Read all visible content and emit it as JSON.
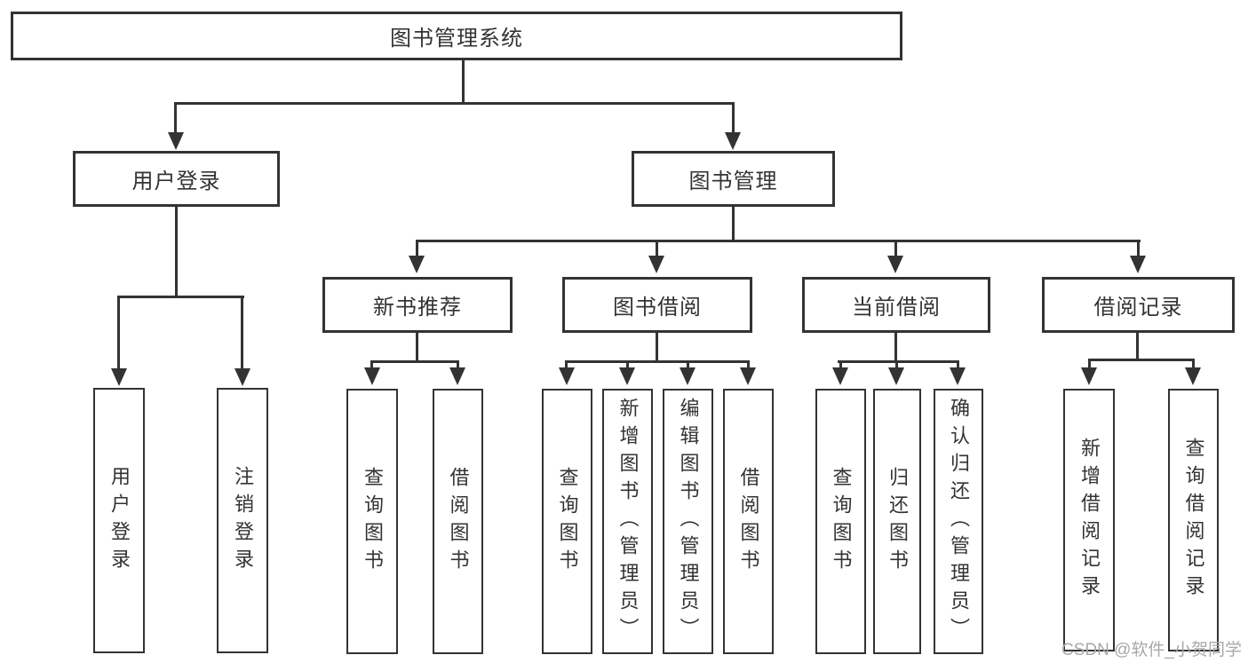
{
  "diagram": {
    "root": {
      "label": "图书管理系统"
    },
    "user_login": {
      "label": "用户登录",
      "children": [
        "用户登录",
        "注销登录"
      ]
    },
    "book_management": {
      "label": "图书管理",
      "sections": {
        "new_book_recommend": {
          "label": "新书推荐",
          "children": [
            "查询图书",
            "借阅图书"
          ]
        },
        "book_borrowing": {
          "label": "图书借阅",
          "children": [
            "查询图书",
            "新增图书（管理员）",
            "编辑图书（管理员）",
            "借阅图书"
          ]
        },
        "current_borrowing": {
          "label": "当前借阅",
          "children": [
            "查询图书",
            "归还图书",
            "确认归还（管理员）"
          ]
        },
        "borrowing_records": {
          "label": "借阅记录",
          "children": [
            "新增借阅记录",
            "查询借阅记录"
          ]
        }
      }
    }
  },
  "watermark": {
    "text": "CSDN @软件_小贺同学"
  },
  "colors": {
    "line": "#333333",
    "text": "#333333",
    "watermark": "#a8a8a8",
    "background": "#ffffff"
  }
}
